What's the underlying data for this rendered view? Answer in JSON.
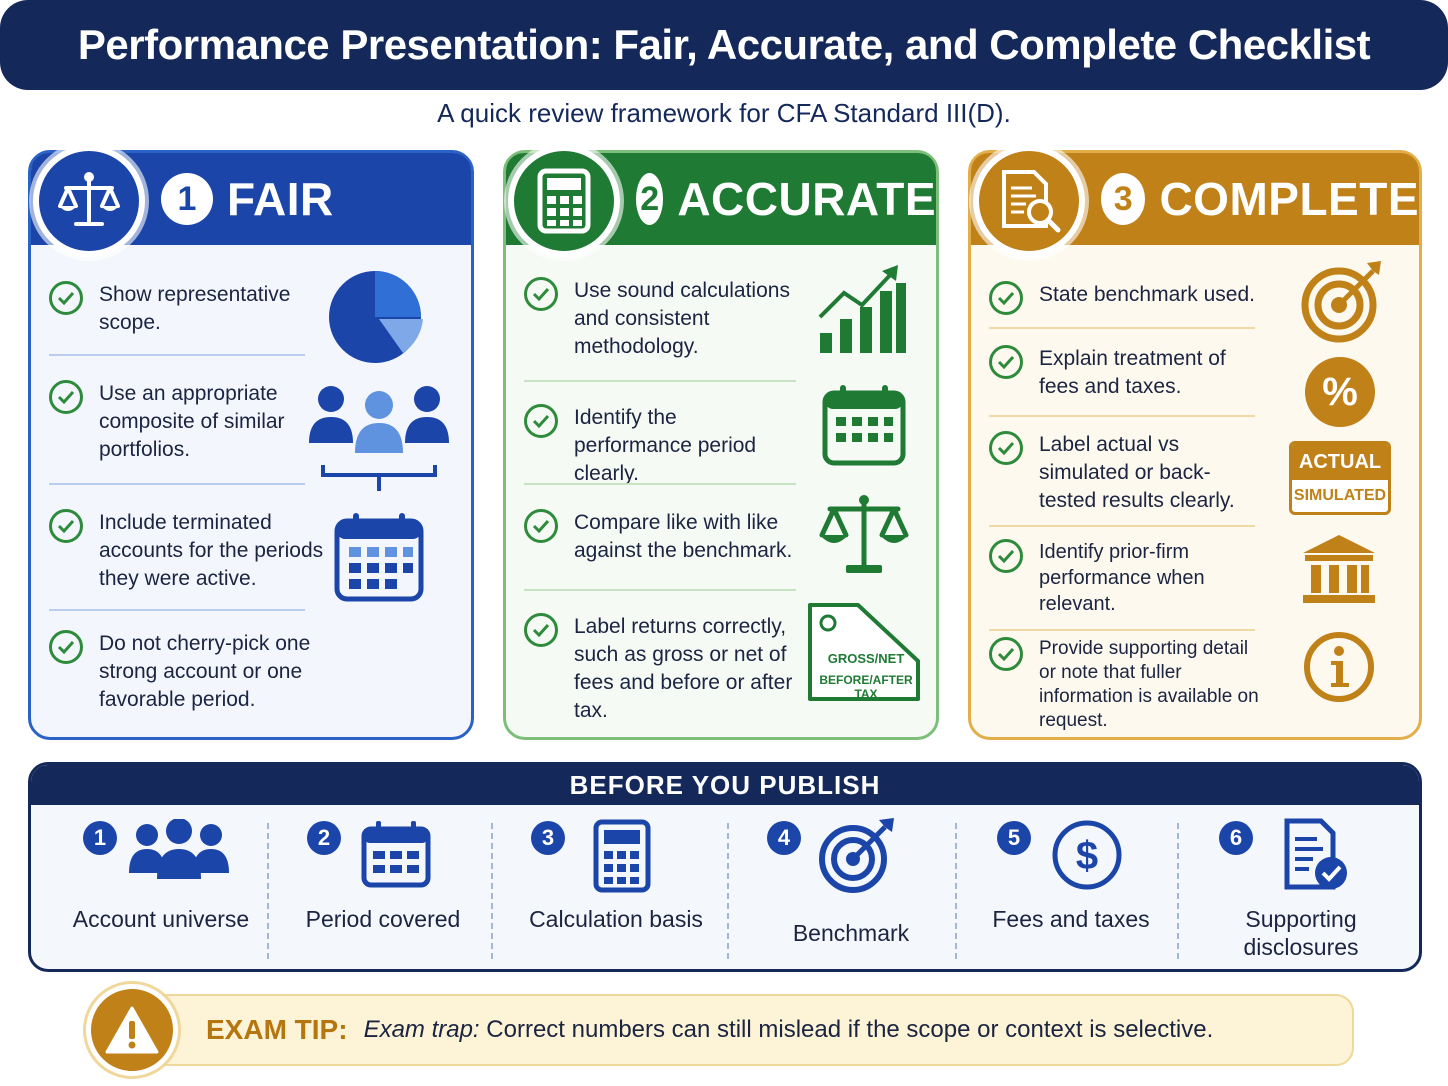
{
  "title": "Performance Presentation: Fair, Accurate, and Complete Checklist",
  "subtitle": "A quick review framework for CFA Standard III(D).",
  "colors": {
    "navy": "#14295a",
    "blue": "#1b45a8",
    "green": "#1f7a34",
    "gold": "#c08118",
    "check": "#2e8b3c"
  },
  "fair": {
    "number": "1",
    "label": "FAIR",
    "icon": "scales-icon",
    "items": [
      "Show representative scope.",
      "Use an appropriate composite of similar portfolios.",
      "Include terminated accounts for the periods they were active.",
      "Do not cherry-pick one strong account or one favorable period."
    ],
    "side_icons": [
      "pie-chart-icon",
      "group-icon",
      "calendar-icon"
    ]
  },
  "accurate": {
    "number": "2",
    "label": "ACCURATE",
    "icon": "calculator-icon",
    "items": [
      "Use sound calculations and consistent methodology.",
      "Identify the performance period clearly.",
      "Compare like with like against the benchmark.",
      "Label returns correctly, such as gross or net of fees and before or after tax."
    ],
    "side_icons": [
      "bar-growth-icon",
      "calendar-icon",
      "scales-icon",
      "tag-icon"
    ],
    "tag_line1": "GROSS/NET",
    "tag_line2": "BEFORE/AFTER TAX"
  },
  "complete": {
    "number": "3",
    "label": "COMPLETE",
    "icon": "document-search-icon",
    "items": [
      "State benchmark used.",
      "Explain treatment of fees and taxes.",
      "Label actual vs simulated or back-tested results clearly.",
      "Identify prior-firm performance when relevant.",
      "Provide supporting detail or note that fuller information is available on request."
    ],
    "side_icons": [
      "target-icon",
      "percent-icon",
      "actual-simulated-icon",
      "institution-icon",
      "info-icon"
    ],
    "percent_symbol": "%",
    "actual_label": "ACTUAL",
    "simulated_label": "SIMULATED"
  },
  "publish": {
    "heading": "BEFORE YOU PUBLISH",
    "steps": [
      {
        "number": "1",
        "label": "Account universe",
        "icon": "group-icon"
      },
      {
        "number": "2",
        "label": "Period covered",
        "icon": "calendar-icon"
      },
      {
        "number": "3",
        "label": "Calculation basis",
        "icon": "calculator-icon"
      },
      {
        "number": "4",
        "label": "Benchmark",
        "icon": "target-icon"
      },
      {
        "number": "5",
        "label": "Fees and taxes",
        "icon": "dollar-icon"
      },
      {
        "number": "6",
        "label": "Supporting disclosures",
        "icon": "document-check-icon"
      }
    ]
  },
  "tip": {
    "label": "EXAM TIP:",
    "lead": "Exam trap:",
    "text": " Correct numbers can still mislead if the scope or context is selective.",
    "icon": "warning-icon"
  }
}
